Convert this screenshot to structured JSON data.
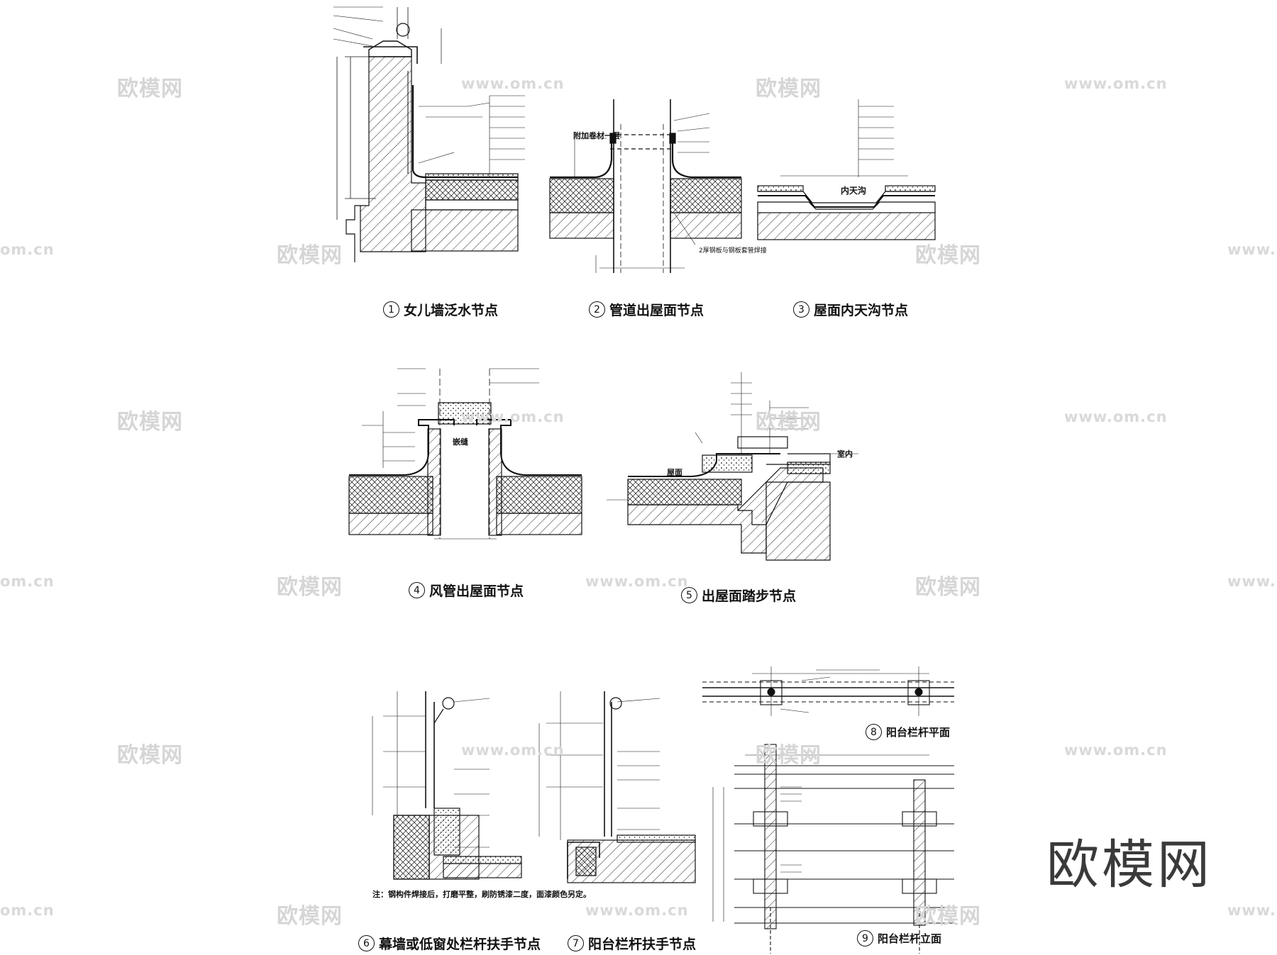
{
  "watermarks": {
    "brand_cn": "欧模网",
    "site": "www.om.cn",
    "site_short": "om.cn"
  },
  "brand_logo": "欧模网",
  "captions": [
    {
      "num": "1",
      "text": "女儿墙泛水节点"
    },
    {
      "num": "2",
      "text": "管道出屋面节点"
    },
    {
      "num": "3",
      "text": "屋面内天沟节点"
    },
    {
      "num": "4",
      "text": "风管出屋面节点"
    },
    {
      "num": "5",
      "text": "出屋面踏步节点"
    },
    {
      "num": "6",
      "text": "幕墙或低窗处栏杆扶手节点"
    },
    {
      "num": "7",
      "text": "阳台栏杆扶手节点"
    },
    {
      "num": "8",
      "text": "阳台栏杆平面"
    },
    {
      "num": "9",
      "text": "阳台栏杆立面"
    }
  ],
  "labels": {
    "gutter": "内天沟",
    "roof": "屋面",
    "indoor": "室内",
    "sealant": "嵌缝",
    "pipe_band": "附加卷材一层",
    "pipe_note": "2厚钢板与钢板套管焊接",
    "drawing_note": "注：钢构件焊接后，打磨平整，刷防锈漆二度，面漆颜色另定。"
  },
  "colors": {
    "line": "#111111",
    "watermark": "#d6d6d6",
    "brand": "#3a3a3a"
  }
}
